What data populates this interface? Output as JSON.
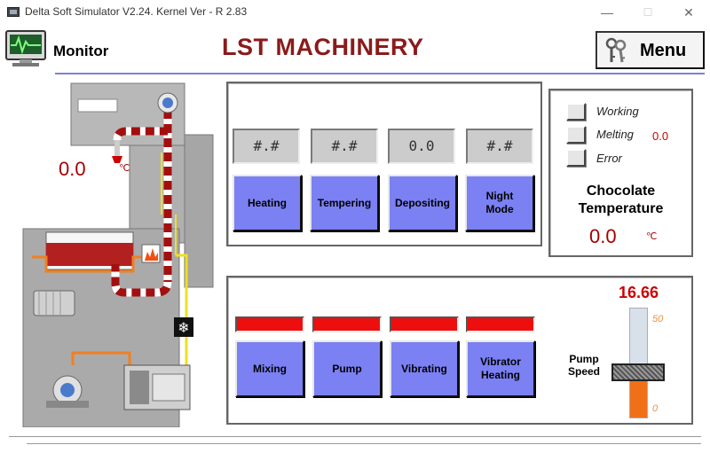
{
  "window": {
    "title": "Delta Soft Simulator V2.24. Kernel Ver - R 2.83",
    "minimize": "—",
    "maximize": "☐",
    "close": "✕"
  },
  "header": {
    "monitor_label": "Monitor",
    "title": "LST MACHINERY",
    "menu_label": "Menu"
  },
  "machine": {
    "temperature": "0.0",
    "unit": "℃"
  },
  "readouts": [
    "#.#",
    "#.#",
    "0.0",
    "#.#"
  ],
  "controls": {
    "heating": "Heating",
    "tempering": "Tempering",
    "depositing": "Depositing",
    "night_mode_line1": "Night",
    "night_mode_line2": "Mode",
    "mixing": "Mixing",
    "pump": "Pump",
    "vibrating": "Vibrating",
    "vibrator_heating_line1": "Vibrator",
    "vibrator_heating_line2": "Heating"
  },
  "status": {
    "working": "Working",
    "melting": "Melting",
    "melting_value": "0.0",
    "error": "Error",
    "chocolate_title_line1": "Chocolate",
    "chocolate_title_line2": "Temperature",
    "chocolate_value": "0.0",
    "unit": "℃"
  },
  "pump_speed": {
    "value_text": "16.66",
    "label_line1": "Pump",
    "label_line2": "Speed",
    "max": "50",
    "min": "0",
    "value": 16.66,
    "range": [
      0,
      50
    ]
  },
  "colors": {
    "title": "#8b1a1a",
    "button": "#7b80f3",
    "indicator": "#ee0e0e",
    "slider_fill": "#f07018",
    "value_red": "#a60000"
  }
}
